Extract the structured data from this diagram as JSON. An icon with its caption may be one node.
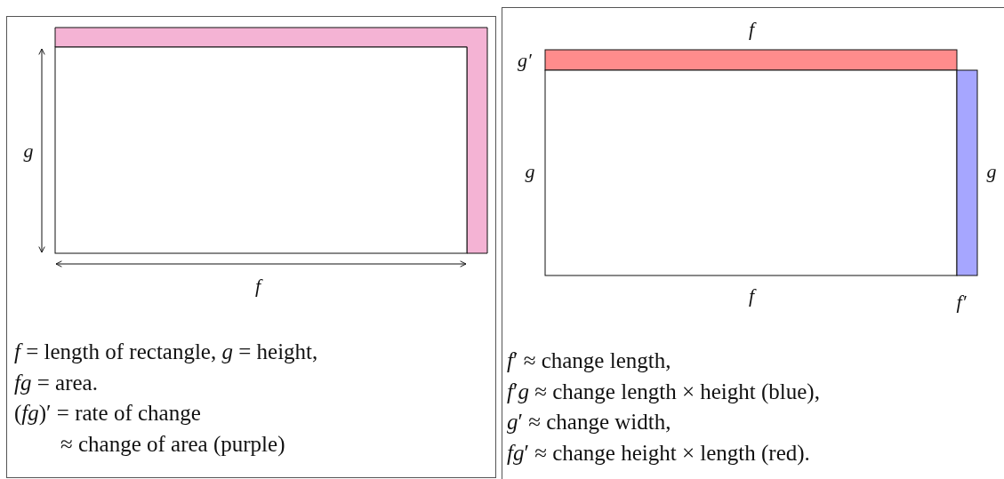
{
  "diagram": {
    "nodes": [
      {
        "text": [
          "*f* = length of rectangle, *g* = height,",
          "*fg* = area.",
          "(*fg*)′ = rate of change",
          "≈ change of area (purple)"
        ]
      },
      {
        "text": [
          "*f*′ ≈ change length,",
          "*f*′*g* ≈ change length × height (blue),",
          "*g*′ ≈ change width,",
          "*fg*′ ≈ change height × length (red)."
        ]
      }
    ],
    "labels": [
      "g",
      "f",
      "f",
      "g′",
      "g",
      "g",
      "f",
      "f′"
    ]
  }
}
